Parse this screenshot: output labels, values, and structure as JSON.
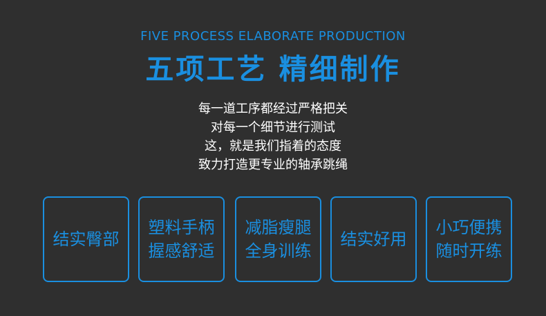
{
  "header": {
    "subtitle_en": "FIVE PROCESS ELABORATE PRODUCTION",
    "title_zh": "五项工艺 精细制作"
  },
  "description": {
    "lines": [
      "每一道工序都经过严格把关",
      "对每一个细节进行测试",
      "这，就是我们指着的态度",
      "致力打造更专业的轴承跳绳"
    ]
  },
  "features": [
    {
      "lines": [
        "结实臀部"
      ]
    },
    {
      "lines": [
        "塑料手柄",
        "握感舒适"
      ]
    },
    {
      "lines": [
        "减脂瘦腿",
        "全身训练"
      ]
    },
    {
      "lines": [
        "结实好用"
      ]
    },
    {
      "lines": [
        "小巧便携",
        "随时开练"
      ]
    }
  ],
  "colors": {
    "background": "#2f2f2f",
    "accent": "#1a8fe0",
    "text": "#ffffff"
  }
}
